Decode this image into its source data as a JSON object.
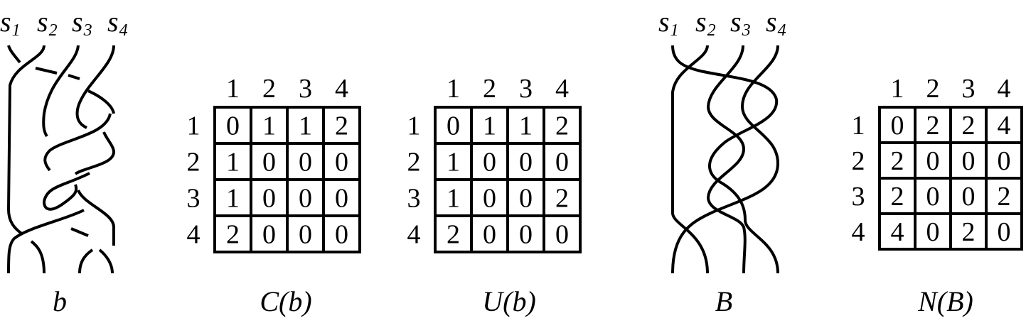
{
  "braid_b": {
    "strand_labels": [
      {
        "letter": "s",
        "index": "1"
      },
      {
        "letter": "s",
        "index": "2"
      },
      {
        "letter": "s",
        "index": "3"
      },
      {
        "letter": "s",
        "index": "4"
      }
    ],
    "caption": "b"
  },
  "braid_B": {
    "strand_labels": [
      {
        "letter": "s",
        "index": "1"
      },
      {
        "letter": "s",
        "index": "2"
      },
      {
        "letter": "s",
        "index": "3"
      },
      {
        "letter": "s",
        "index": "4"
      }
    ],
    "caption": "B"
  },
  "matrices": [
    {
      "caption": "C(b)",
      "col_headers": [
        "1",
        "2",
        "3",
        "4"
      ],
      "row_headers": [
        "1",
        "2",
        "3",
        "4"
      ],
      "cells": [
        [
          "0",
          "1",
          "1",
          "2"
        ],
        [
          "1",
          "0",
          "0",
          "0"
        ],
        [
          "1",
          "0",
          "0",
          "0"
        ],
        [
          "2",
          "0",
          "0",
          "0"
        ]
      ]
    },
    {
      "caption": "U(b)",
      "col_headers": [
        "1",
        "2",
        "3",
        "4"
      ],
      "row_headers": [
        "1",
        "2",
        "3",
        "4"
      ],
      "cells": [
        [
          "0",
          "1",
          "1",
          "2"
        ],
        [
          "1",
          "0",
          "0",
          "0"
        ],
        [
          "1",
          "0",
          "0",
          "2"
        ],
        [
          "2",
          "0",
          "0",
          "0"
        ]
      ]
    },
    {
      "caption": "N(B)",
      "col_headers": [
        "1",
        "2",
        "3",
        "4"
      ],
      "row_headers": [
        "1",
        "2",
        "3",
        "4"
      ],
      "cells": [
        [
          "0",
          "2",
          "2",
          "4"
        ],
        [
          "2",
          "0",
          "0",
          "0"
        ],
        [
          "2",
          "0",
          "0",
          "2"
        ],
        [
          "4",
          "0",
          "2",
          "0"
        ]
      ]
    }
  ]
}
